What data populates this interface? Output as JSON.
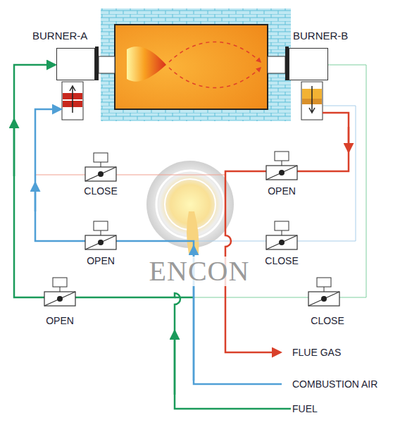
{
  "diagram": {
    "nodes": [
      {
        "text": [
          "BURNER-A"
        ]
      },
      {
        "text": [
          "BURNER-B"
        ]
      }
    ],
    "labels": [
      "CLOSE",
      "OPEN",
      "OPEN",
      "CLOSE",
      "ENCON",
      "OPEN",
      "CLOSE",
      "FLUE GAS",
      "COMBUSTION AIR",
      "FUEL"
    ]
  }
}
